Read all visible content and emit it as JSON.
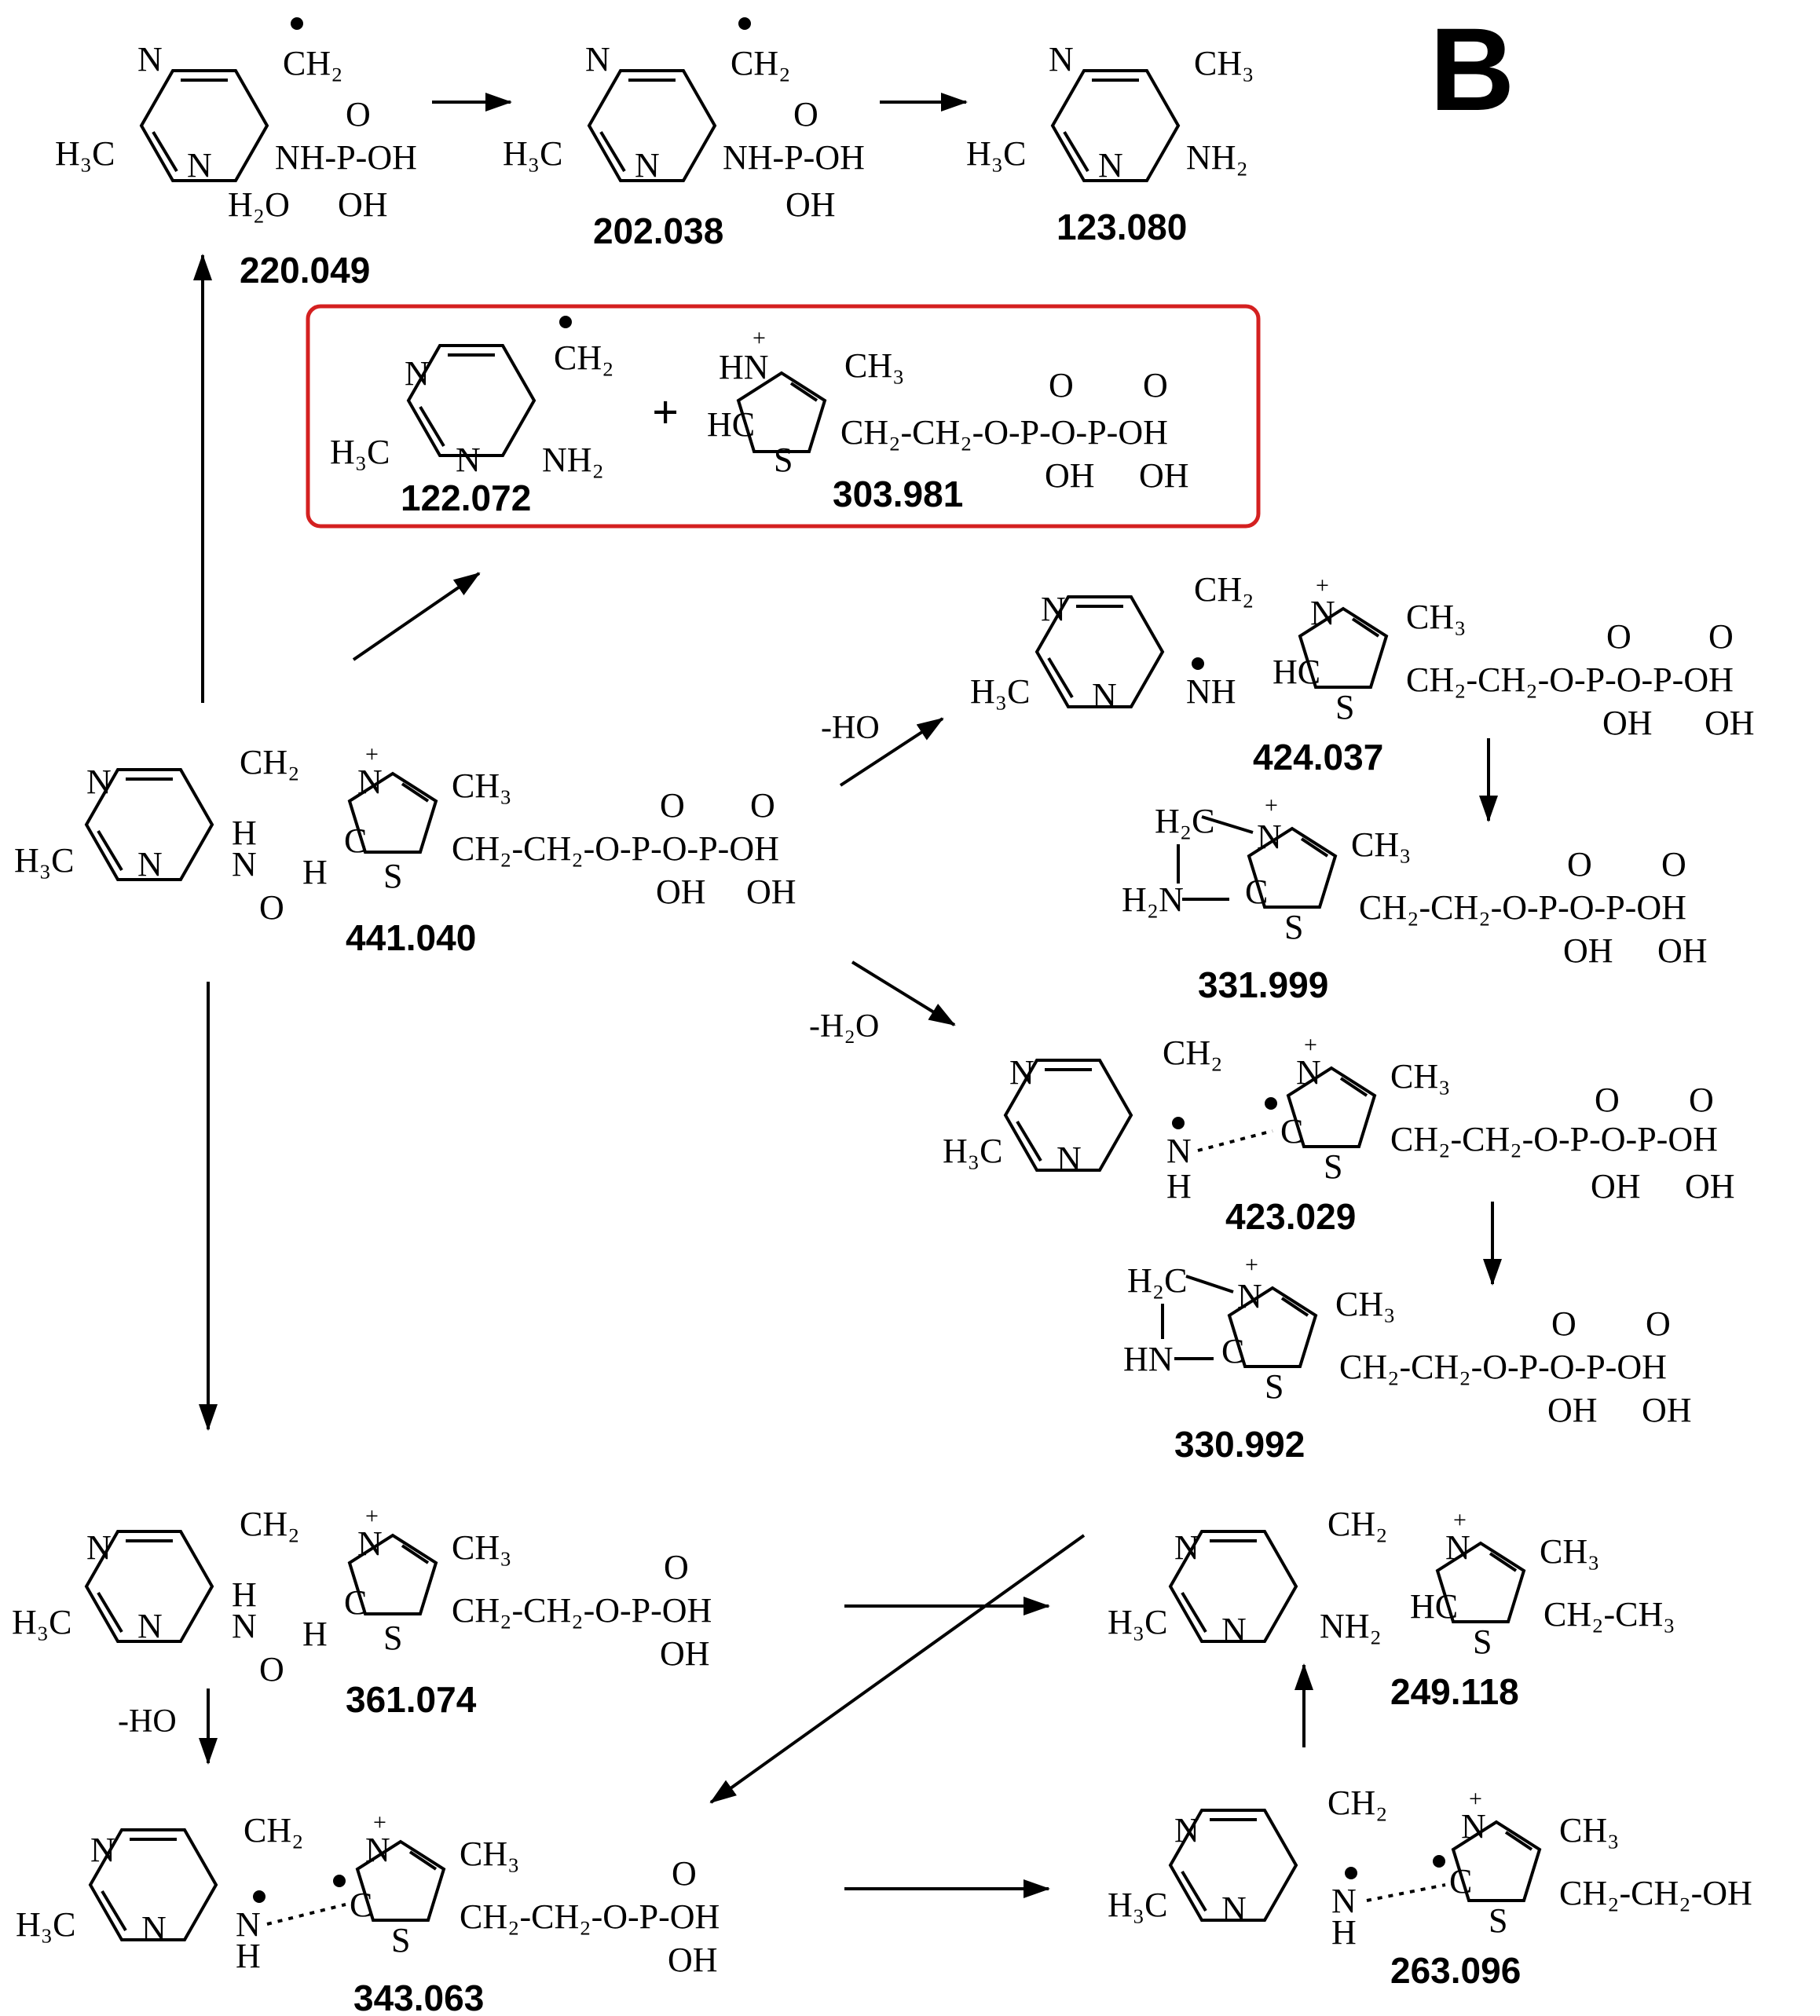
{
  "panel_label": "B",
  "accent_color": "#d42020",
  "masses": {
    "m220": "220.049",
    "m202": "202.038",
    "m123": "123.080",
    "m122": "122.072",
    "m303": "303.981",
    "m441": "441.040",
    "m424": "424.037",
    "m331": "331.999",
    "m423": "423.029",
    "m330": "330.992",
    "m361": "361.074",
    "m249": "249.118",
    "m343": "343.063",
    "m263": "263.096"
  },
  "conditions": {
    "loss_ho_1": "-HO",
    "loss_h2o": "-H₂O",
    "loss_ho_2": "-HO"
  },
  "plus_sign": "+",
  "atoms": {
    "N": "N",
    "S": "S",
    "C": "C",
    "H": "H",
    "O": "O",
    "P": "P",
    "H3C": "H₃C",
    "CH2": "CH₂",
    "CH3": "CH₃",
    "NH2": "NH₂",
    "OH": "OH",
    "HC": "HC",
    "HN": "HN",
    "H2N": "H₂N",
    "H2C": "H₂C",
    "H2O": "H₂O",
    "NHPOH": "NH-P-OH",
    "NH": "NH",
    "diphosphate": "CH₂-CH₂-O-P-O-P-OH",
    "monophosphate": "CH₂-CH₂-O-P-OH",
    "ethylOH": "CH₂-CH₂-OH",
    "ethyl": "CH₂-CH₃"
  }
}
